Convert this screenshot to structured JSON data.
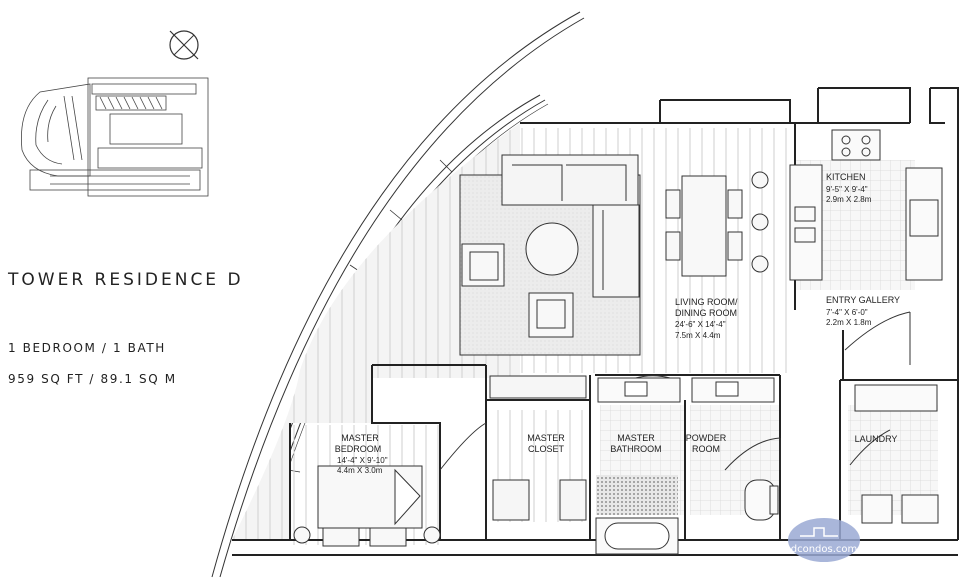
{
  "header": {
    "title": "TOWER RESIDENCE D",
    "bed_bath": "1 BEDROOM / 1 BATH",
    "area": "959 SQ FT / 89.1 SQ M"
  },
  "rooms": {
    "kitchen": {
      "name": "KITCHEN",
      "dim_ft": "9'-5\" X 9'-4\"",
      "dim_m": "2.9m X 2.8m"
    },
    "living": {
      "name1": "LIVING ROOM/",
      "name2": "DINING ROOM",
      "dim_ft": "24'-6\" X 14'-4\"",
      "dim_m": "7.5m X 4.4m"
    },
    "entry": {
      "name": "ENTRY GALLERY",
      "dim_ft": "7'-4\" X 6'-0\"",
      "dim_m": "2.2m X 1.8m"
    },
    "master_bedroom": {
      "name1": "MASTER",
      "name2": "BEDROOM",
      "dim_ft": "14'-4\" X 9'-10\"",
      "dim_m": "4.4m X 3.0m"
    },
    "master_closet": {
      "name1": "MASTER",
      "name2": "CLOSET"
    },
    "master_bathroom": {
      "name1": "MASTER",
      "name2": "BATHROOM"
    },
    "powder_room": {
      "name1": "POWDER",
      "name2": "ROOM"
    },
    "laundry": {
      "name": "LAUNDRY"
    }
  },
  "watermark": {
    "text": "dcondos.com"
  },
  "colors": {
    "line": "#333333",
    "floor": "#f4f4f4",
    "hatch": "#cfcfcf",
    "bg": "#ffffff"
  },
  "icons": [
    "north-arrow-icon",
    "key-plan-icon"
  ]
}
